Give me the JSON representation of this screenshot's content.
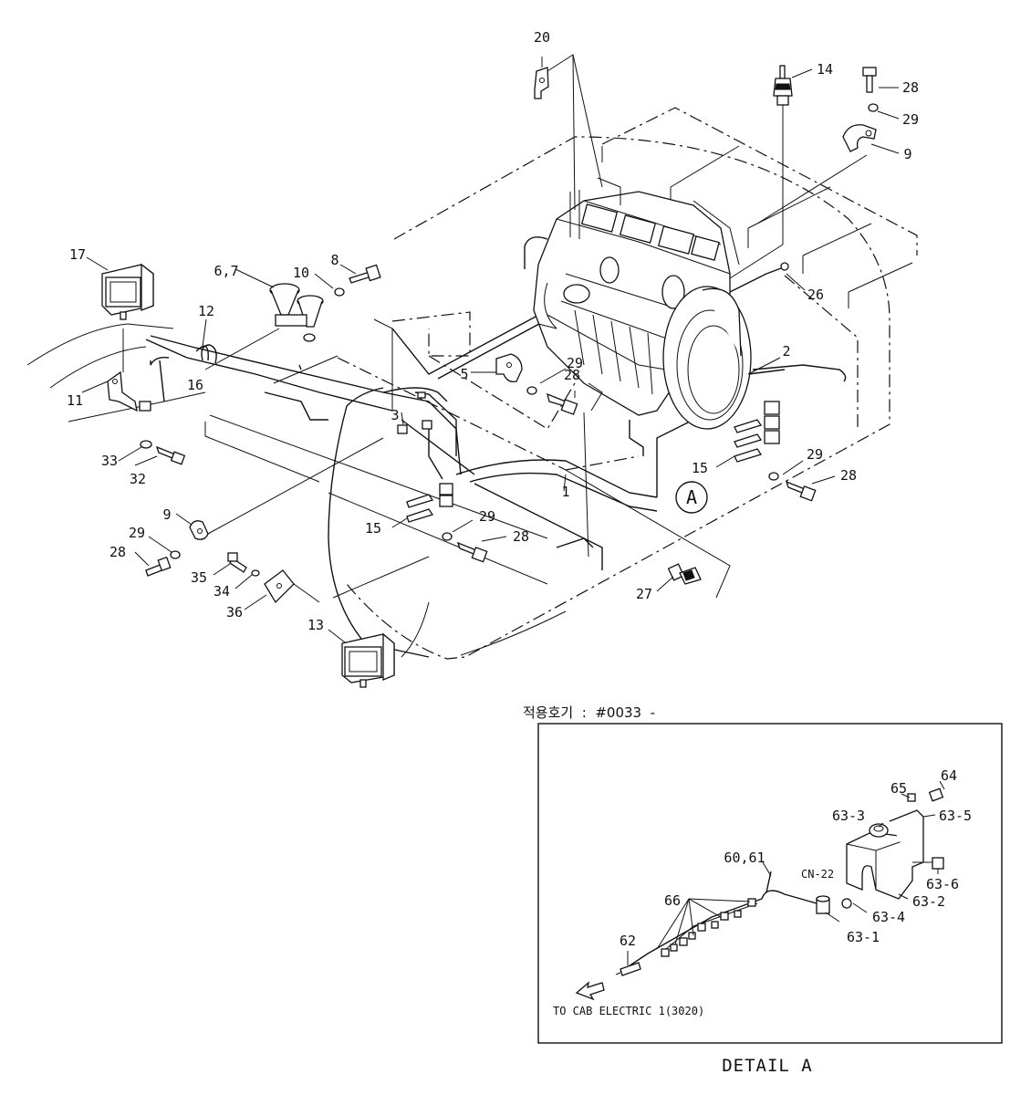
{
  "callouts": [
    {
      "id": "c20",
      "text": "20"
    },
    {
      "id": "c14",
      "text": "14"
    },
    {
      "id": "c28a",
      "text": "28"
    },
    {
      "id": "c29a",
      "text": "29"
    },
    {
      "id": "c9a",
      "text": "9"
    },
    {
      "id": "c17",
      "text": "17"
    },
    {
      "id": "c67",
      "text": "6,7"
    },
    {
      "id": "c10",
      "text": "10"
    },
    {
      "id": "c8",
      "text": "8"
    },
    {
      "id": "c26",
      "text": "26"
    },
    {
      "id": "c12",
      "text": "12"
    },
    {
      "id": "c16",
      "text": "16"
    },
    {
      "id": "c11",
      "text": "11"
    },
    {
      "id": "c5",
      "text": "5"
    },
    {
      "id": "c29b",
      "text": "29"
    },
    {
      "id": "c28b",
      "text": "28"
    },
    {
      "id": "c2",
      "text": "2"
    },
    {
      "id": "c3",
      "text": "3"
    },
    {
      "id": "c33",
      "text": "33"
    },
    {
      "id": "c32",
      "text": "32"
    },
    {
      "id": "c15a",
      "text": "15"
    },
    {
      "id": "c29c",
      "text": "29"
    },
    {
      "id": "c28c",
      "text": "28"
    },
    {
      "id": "c1",
      "text": "1"
    },
    {
      "id": "c9b",
      "text": "9"
    },
    {
      "id": "c29d",
      "text": "29"
    },
    {
      "id": "c28d",
      "text": "28"
    },
    {
      "id": "c15b",
      "text": "15"
    },
    {
      "id": "c29e",
      "text": "29"
    },
    {
      "id": "c28e",
      "text": "28"
    },
    {
      "id": "c35",
      "text": "35"
    },
    {
      "id": "c34",
      "text": "34"
    },
    {
      "id": "c36",
      "text": "36"
    },
    {
      "id": "c27",
      "text": "27"
    },
    {
      "id": "c13",
      "text": "13"
    },
    {
      "id": "c64",
      "text": "64"
    },
    {
      "id": "c65",
      "text": "65"
    },
    {
      "id": "c633",
      "text": "63-3"
    },
    {
      "id": "c635",
      "text": "63-5"
    },
    {
      "id": "c6061",
      "text": "60,61"
    },
    {
      "id": "c636",
      "text": "63-6"
    },
    {
      "id": "c632",
      "text": "63-2"
    },
    {
      "id": "c634",
      "text": "63-4"
    },
    {
      "id": "c631",
      "text": "63-1"
    },
    {
      "id": "c66",
      "text": "66"
    },
    {
      "id": "c62",
      "text": "62"
    }
  ],
  "detail_marker": "A",
  "serial_note": "적용호기  :  #0033  -",
  "connector_label": "CN-22",
  "cab_note": "TO CAB ELECTRIC 1(3020)",
  "detail_title": "DETAIL A"
}
